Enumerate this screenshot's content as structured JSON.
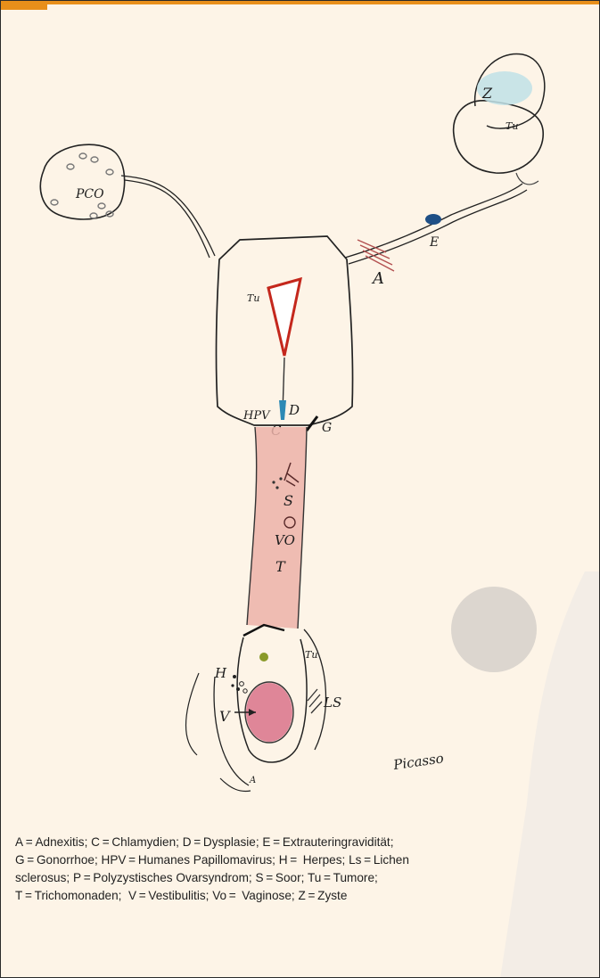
{
  "figure": {
    "accent_color": "#e88f1a",
    "background_color": "#fdf4e7",
    "labels": {
      "pco": "PCO",
      "z": "Z",
      "tu_ovary": "Tu",
      "e": "E",
      "a_adnex": "A",
      "tu_uterus": "Tu",
      "hpv": "HPV",
      "d": "D",
      "c": "C",
      "g": "G",
      "s": "S",
      "vo": "VO",
      "t": "T",
      "tu_vulva": "Tu",
      "h": "H",
      "ls": "LS",
      "v": "V",
      "a_bottom": "A",
      "signature": "Picasso"
    }
  },
  "legend": {
    "line1": "A = Adnexitis; C = Chlamydien; D = Dysplasie; E = Extrauteringravidität;",
    "line2": "G = Gonorrhoe; HPV = Humanes Papillomavirus; H =  Herpes; Ls = Lichen",
    "line3": "sclerosus; P = Polyzystisches Ovarsyndrom; S = Soor; Tu = Tumore;",
    "line4": "T = Trichomonaden;  V = Vestibulitis; Vo =  Vaginose; Z = Zyste"
  }
}
